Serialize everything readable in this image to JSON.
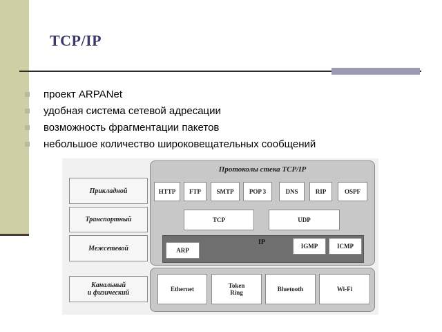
{
  "slide": {
    "title": "TCP/IP",
    "bullets": [
      "проект ARPANet",
      "удобная система сетевой адресации",
      "возможность фрагментации пакетов",
      "небольшое количество широковещательных сообщений"
    ]
  },
  "diagram": {
    "title": "Протоколы стека TCP/IP",
    "layers": {
      "application": "Прикладной",
      "transport": "Транспортный",
      "internet": "Межсетевой",
      "link_line1": "Канальный",
      "link_line2": "и физический"
    },
    "application_protocols": [
      "HTTP",
      "FTP",
      "SMTP",
      "POP 3",
      "DNS",
      "RIP",
      "OSPF"
    ],
    "transport_protocols": [
      "TCP",
      "UDP"
    ],
    "internet": {
      "ip": "IP",
      "arp": "ARP",
      "igmp": "IGMP",
      "icmp": "ICMP"
    },
    "link_protocols": {
      "ethernet": "Ethernet",
      "token_line1": "Token",
      "token_line2": "Ring",
      "bluetooth": "Bluetooth",
      "wifi": "Wi-Fi"
    }
  }
}
